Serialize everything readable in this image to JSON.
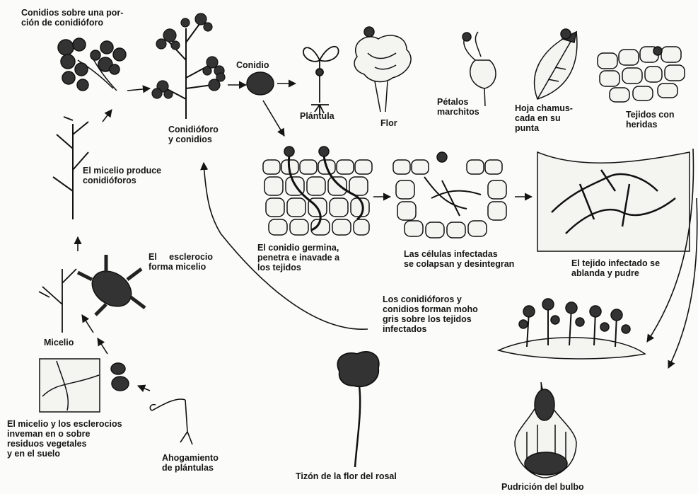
{
  "labels": {
    "conidia_on_conidiophore": [
      "Conidios sobre una por-",
      "ción de conidióforo"
    ],
    "conidiophore_and_conidia": [
      "Conidióforo",
      "y conidios"
    ],
    "conidium": [
      "Conidio"
    ],
    "seedling": [
      "Plántula"
    ],
    "flower": [
      "Flor"
    ],
    "wilted_petals": [
      "Pétalos",
      "marchitos"
    ],
    "scorched_leaf": [
      "Hoja chamus-",
      "cada en su",
      "punta"
    ],
    "wounded_tissues": [
      "Tejidos con",
      "heridas"
    ],
    "mycelium_produces_conidiophores": [
      "El micelio produce",
      "conidióforos"
    ],
    "sclerotium_forms_mycelium": [
      "El     esclerocio",
      "forma micelio"
    ],
    "conidium_germinates": [
      "El conidio germina,",
      "penetra e inavade a",
      "los tejidos"
    ],
    "cells_collapse": [
      "Las células infectadas",
      "se colapsan y desintegran"
    ],
    "tissue_softens": [
      "El tejido infectado se",
      "ablanda y pudre"
    ],
    "gray_mold": [
      "Los conidióforos y",
      "conidios forman moho",
      "gris sobre los tejidos",
      "infectados"
    ],
    "mycelium": [
      "Micelio"
    ],
    "overwinter": [
      "El micelio y los esclerocios",
      "inveman en o sobre",
      "residuos vegetales",
      "y en el suelo"
    ],
    "damping_off": [
      "Ahogamiento",
      "de plántulas"
    ],
    "rose_blight": [
      "Tizón de la flor del rosal"
    ],
    "bulb_rot": [
      "Pudrición del bulbo"
    ]
  },
  "colors": {
    "ink": "#141414",
    "paper": "#fbfbf9",
    "cell": "#f4f4f0"
  }
}
